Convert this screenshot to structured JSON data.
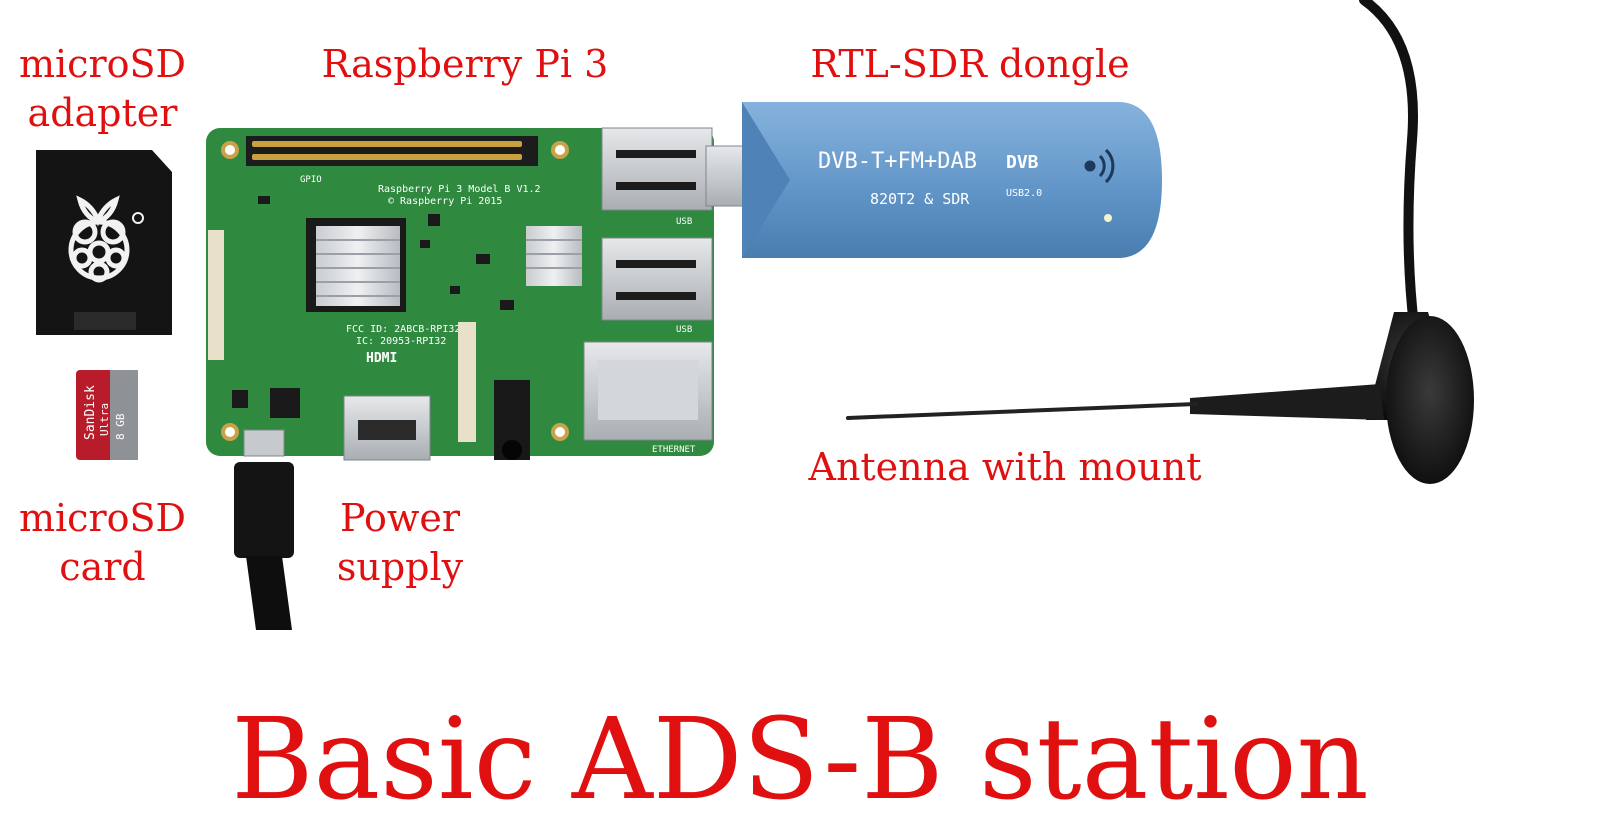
{
  "labels": {
    "microsd_adapter": "microSD\nadapter",
    "raspberry_pi": "Raspberry Pi 3",
    "rtl_sdr": "RTL-SDR dongle",
    "microsd_card": "microSD\ncard",
    "power_supply": "Power\nsupply",
    "antenna": "Antenna with mount"
  },
  "title": "Basic ADS-B station",
  "dongle_print": {
    "line1": "DVB-T+FM+DAB",
    "line2": "820T2 & SDR",
    "logo": "DVB",
    "usb": "USB2.0"
  },
  "board_print": {
    "model": "Raspberry Pi 3 Model B V1.2",
    "copyright": "© Raspberry Pi 2015",
    "hdmi": "HDMI",
    "ethernet": "ETHERNET",
    "usb_top": "USB",
    "usb_bottom": "USB",
    "gpio": "GPIO",
    "fcc": "FCC ID: 2ABCB-RPI32",
    "ic": "IC: 20953-RPI32"
  },
  "card_print": {
    "brand": "SanDisk",
    "line": "Ultra",
    "capacity": "8 GB"
  },
  "colors": {
    "label_red": "#e01010",
    "board_green": "#2f8a3f",
    "dongle_blue": "#6b9fd1",
    "background": "#ffffff"
  }
}
